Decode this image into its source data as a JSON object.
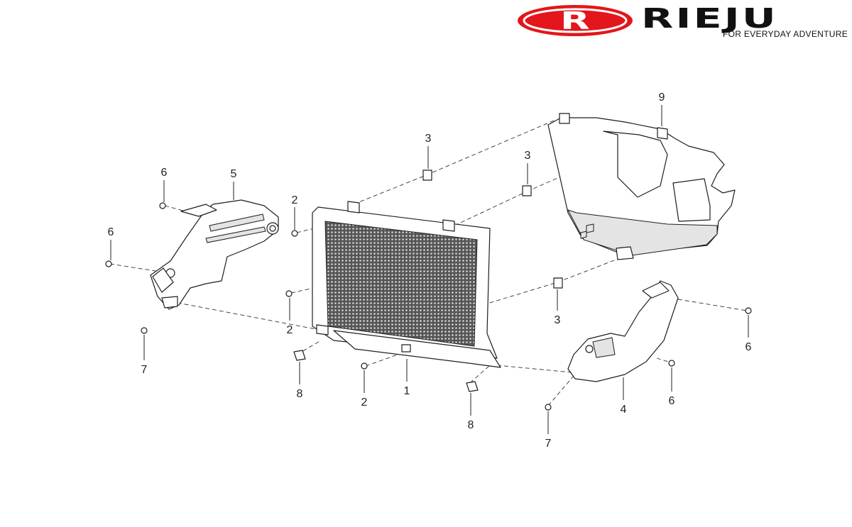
{
  "brand": {
    "logo_letter": "R",
    "name": "RIEJU",
    "tagline": "FOR EVERYDAY ADVENTURE",
    "color_red": "#e3161b",
    "color_black": "#111111"
  },
  "diagram": {
    "labels": [
      {
        "id": "label-1",
        "text": "1"
      },
      {
        "id": "label-2a",
        "text": "2"
      },
      {
        "id": "label-2b",
        "text": "2"
      },
      {
        "id": "label-2c",
        "text": "2"
      },
      {
        "id": "label-3a",
        "text": "3"
      },
      {
        "id": "label-3b",
        "text": "3"
      },
      {
        "id": "label-3c",
        "text": "3"
      },
      {
        "id": "label-4",
        "text": "4"
      },
      {
        "id": "label-5",
        "text": "5"
      },
      {
        "id": "label-6a",
        "text": "6"
      },
      {
        "id": "label-6b",
        "text": "6"
      },
      {
        "id": "label-6c",
        "text": "6"
      },
      {
        "id": "label-6d",
        "text": "6"
      },
      {
        "id": "label-7a",
        "text": "7"
      },
      {
        "id": "label-7b",
        "text": "7"
      },
      {
        "id": "label-8a",
        "text": "8"
      },
      {
        "id": "label-8b",
        "text": "8"
      },
      {
        "id": "label-9",
        "text": "9"
      }
    ]
  }
}
